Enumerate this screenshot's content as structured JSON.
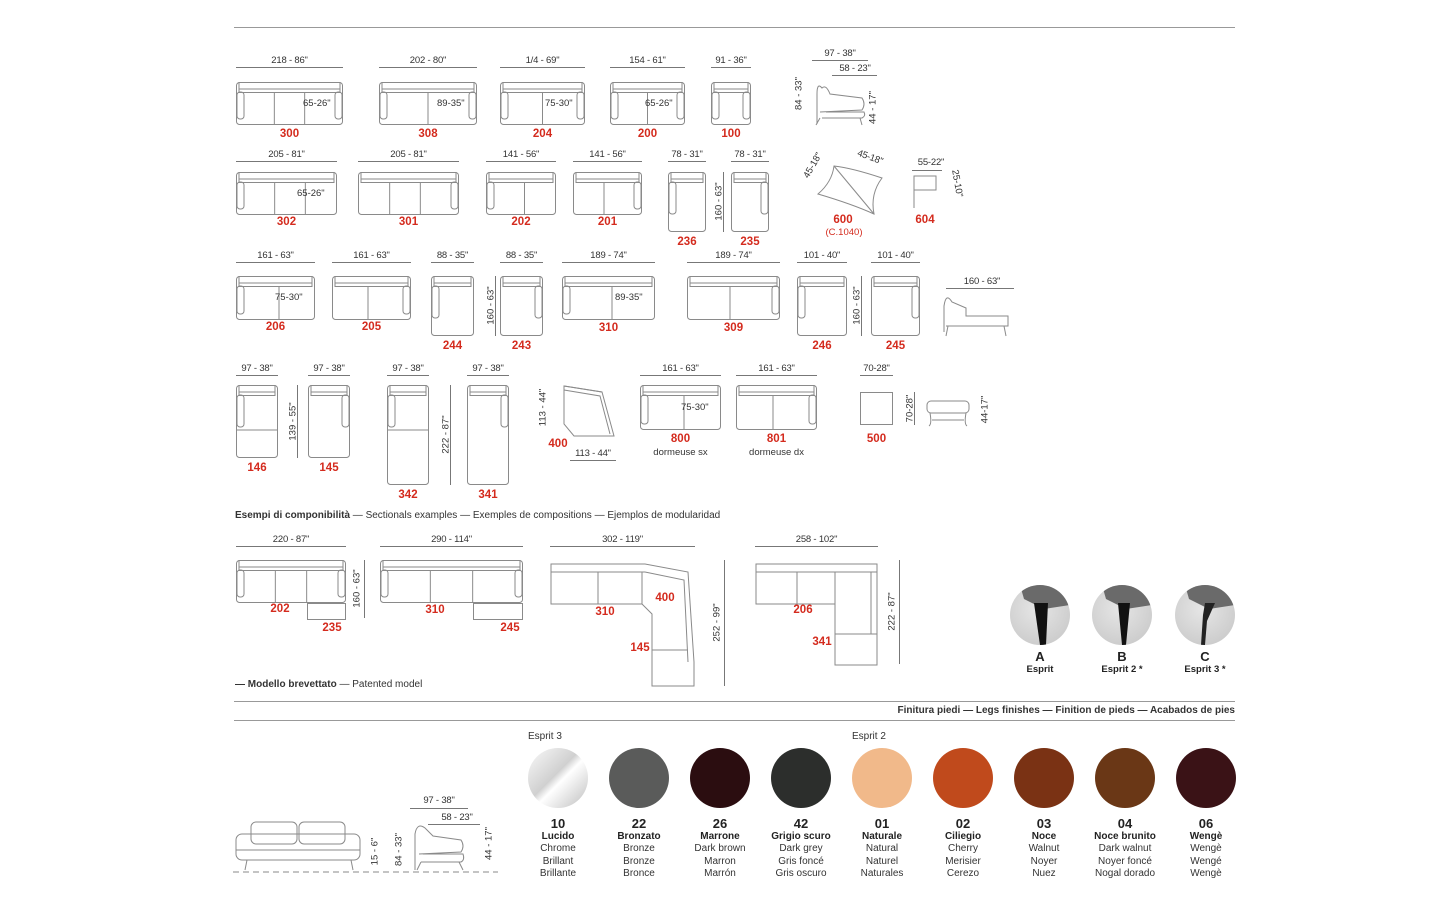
{
  "modules": [
    {
      "code": "300",
      "width": "218 - 86\"",
      "inner": "65-26\""
    },
    {
      "code": "308",
      "width": "202 - 80\"",
      "inner": "89-35\""
    },
    {
      "code": "204",
      "width": "1/4 - 69\"",
      "inner": "75-30\""
    },
    {
      "code": "200",
      "width": "154 - 61\"",
      "inner": "65-26\""
    },
    {
      "code": "100",
      "width": "91 - 36\""
    },
    {
      "code": "302",
      "width": "205 - 81\"",
      "inner": "65-26\""
    },
    {
      "code": "301",
      "width": "205 - 81\""
    },
    {
      "code": "202",
      "width": "141 - 56\""
    },
    {
      "code": "201",
      "width": "141 - 56\""
    },
    {
      "code": "236",
      "width": "78 - 31\"",
      "vertical": "160 - 63\""
    },
    {
      "code": "235",
      "width": "78 - 31\""
    },
    {
      "code": "206",
      "width": "161 - 63\"",
      "inner": "75-30\""
    },
    {
      "code": "205",
      "width": "161 - 63\""
    },
    {
      "code": "244",
      "width": "88 - 35\"",
      "vertical": "160 - 63\""
    },
    {
      "code": "243",
      "width": "88 - 35\""
    },
    {
      "code": "310",
      "width": "189 - 74\"",
      "inner": "89-35\""
    },
    {
      "code": "309",
      "width": "189 - 74\""
    },
    {
      "code": "246",
      "width": "101 - 40\"",
      "vertical": "160 - 63\""
    },
    {
      "code": "245",
      "width": "101 - 40\""
    },
    {
      "code": "146",
      "width": "97 - 38\"",
      "vertical": "139 - 55\""
    },
    {
      "code": "145",
      "width": "97 - 38\""
    },
    {
      "code": "342",
      "width": "97 - 38\"",
      "vertical": "222 - 87\""
    },
    {
      "code": "341",
      "width": "97 - 38\""
    },
    {
      "code": "800",
      "width": "161 - 63\"",
      "inner": "75-30\"",
      "note": "dormeuse sx"
    },
    {
      "code": "801",
      "width": "161 - 63\"",
      "note": "dormeuse dx"
    },
    {
      "code": "500",
      "width": "70-28\"",
      "vertical": "70-28\""
    }
  ],
  "extras": {
    "armchair_side": {
      "depth": "97 - 38\"",
      "seat_depth": "58 - 23\"",
      "height": "84 - 33\"",
      "seat_height": "44 - 17\""
    },
    "cushion": {
      "code": "600",
      "note": "(C.1040)",
      "side_a": "45-18\"",
      "side_b": "45-18\""
    },
    "headrest": {
      "code": "604",
      "width": "55-22\"",
      "height": "25-10\""
    },
    "chaise_side": {
      "length": "160 - 63\""
    },
    "corner": {
      "code": "400",
      "height": "113 - 44\"",
      "width": "113 - 44\""
    },
    "pouf_side": {
      "height": "44-17\""
    }
  },
  "section_title": {
    "bold": "Esempi di componibilità",
    "rest": " — Sectionals examples — Exemples de compositions — Ejemplos de modularidad"
  },
  "examples": [
    {
      "width": "220 - 87\"",
      "depth": "160 - 63\"",
      "codes": [
        "202",
        "235"
      ]
    },
    {
      "width": "290 - 114\"",
      "codes": [
        "310",
        "245"
      ]
    },
    {
      "width": "302 - 119\"",
      "depth": "252 - 99\"",
      "codes": [
        "310",
        "400",
        "145"
      ]
    },
    {
      "width": "258 - 102\"",
      "depth": "222 - 87\"",
      "codes": [
        "206",
        "341"
      ]
    }
  ],
  "patent": {
    "bold": "— Modello brevettato",
    "rest": " — Patented model"
  },
  "legs": [
    {
      "letter": "A",
      "name": "Esprit"
    },
    {
      "letter": "B",
      "name": "Esprit 2 *"
    },
    {
      "letter": "C",
      "name": "Esprit 3 *"
    }
  ],
  "finishes_title": "Finitura piedi — Legs finishes — Finition de pieds — Acabados de pies",
  "elevation": {
    "leg_height": "15 - 6\"",
    "depth": "97 - 38\"",
    "seat_depth": "58 - 23\"",
    "height": "84 - 33\"",
    "seat_height": "44 - 17\""
  },
  "group_labels": {
    "esprit3": "Esprit 3",
    "esprit2": "Esprit 2"
  },
  "swatches": [
    {
      "num": "10",
      "it": "Lucido",
      "en": "Chrome",
      "fr": "Brillant",
      "es": "Brillante",
      "color": "#e8e8e8"
    },
    {
      "num": "22",
      "it": "Bronzato",
      "en": "Bronze",
      "fr": "Bronze",
      "es": "Bronce",
      "color": "#5a5b5a"
    },
    {
      "num": "26",
      "it": "Marrone",
      "en": "Dark brown",
      "fr": "Marron",
      "es": "Marrón",
      "color": "#2b0d10"
    },
    {
      "num": "42",
      "it": "Grigio scuro",
      "en": "Dark grey",
      "fr": "Gris foncé",
      "es": "Gris oscuro",
      "color": "#2c2e2c"
    },
    {
      "num": "01",
      "it": "Naturale",
      "en": "Natural",
      "fr": "Naturel",
      "es": "Naturales",
      "color": "#f1b98a"
    },
    {
      "num": "02",
      "it": "Ciliegio",
      "en": "Cherry",
      "fr": "Merisier",
      "es": "Cerezo",
      "color": "#c04a1c"
    },
    {
      "num": "03",
      "it": "Noce",
      "en": "Walnut",
      "fr": "Noyer",
      "es": "Nuez",
      "color": "#7a3214"
    },
    {
      "num": "04",
      "it": "Noce brunito",
      "en": "Dark walnut",
      "fr": "Noyer foncé",
      "es": "Nogal dorado",
      "color": "#6a3716"
    },
    {
      "num": "06",
      "it": "Wengè",
      "en": "Wengè",
      "fr": "Wengé",
      "es": "Wengè",
      "color": "#3a1216"
    }
  ]
}
